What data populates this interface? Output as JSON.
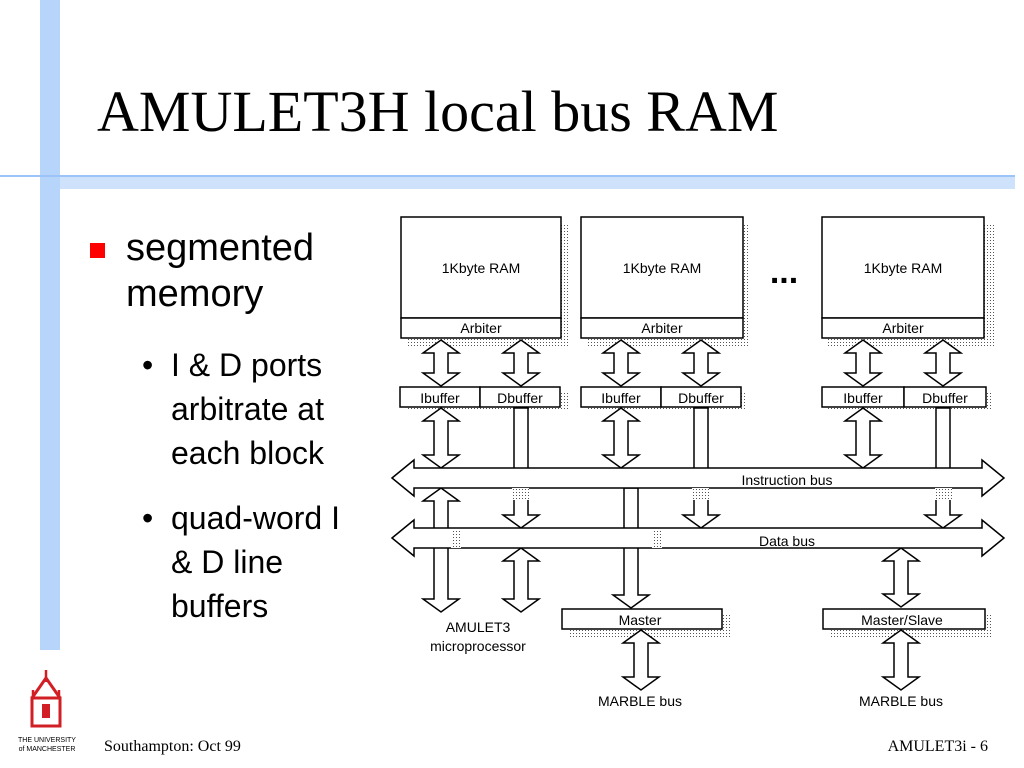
{
  "slide": {
    "title": "AMULET3H local bus RAM",
    "bullet": "segmented memory",
    "subbullets": [
      "I & D ports arbitrate at each block",
      "quad-word I & D line buffers"
    ],
    "subbullet_marker": "•"
  },
  "diagram": {
    "ram_label": "1Kbyte RAM",
    "arbiter_label": "Arbiter",
    "ibuffer_label": "Ibuffer",
    "dbuffer_label": "Dbuffer",
    "ellipsis": "...",
    "instruction_bus": "Instruction bus",
    "data_bus": "Data bus",
    "master_label": "Master",
    "master_slave_label": "Master/Slave",
    "processor_line1": "AMULET3",
    "processor_line2": "microprocessor",
    "marble_bus": "MARBLE bus"
  },
  "footer": {
    "left": "Southampton: Oct 99",
    "right": "AMULET3i  - 6"
  },
  "logo": {
    "line1": "THE UNIVERSITY",
    "line2": "of MANCHESTER"
  },
  "colors": {
    "accent_bar": "#b7d4fb",
    "bullet": "#ff0000"
  }
}
